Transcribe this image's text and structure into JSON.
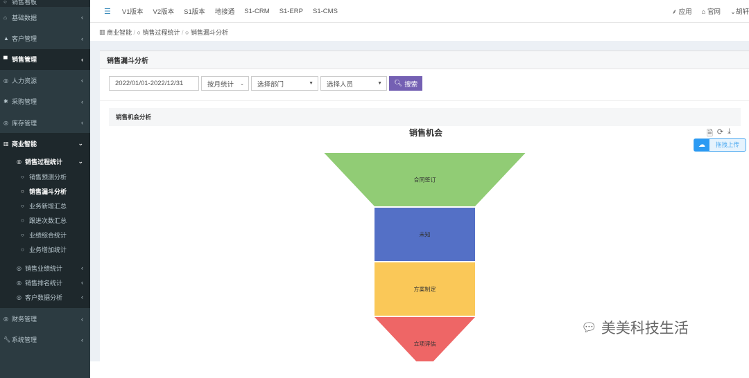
{
  "sidebar": {
    "items": [
      {
        "label": "销售看板",
        "icon": "circle-icon"
      },
      {
        "label": "基础数据",
        "icon": "home-icon"
      },
      {
        "label": "客户管理",
        "icon": "user-icon"
      },
      {
        "label": "销售管理",
        "icon": "cart-icon"
      },
      {
        "label": "人力资源",
        "icon": "circle-dot-icon"
      },
      {
        "label": "采购管理",
        "icon": "asterisk-icon"
      },
      {
        "label": "库存管理",
        "icon": "circle-dot-icon"
      },
      {
        "label": "商业智能",
        "icon": "bar-chart-icon"
      }
    ],
    "bi_sub": {
      "label": "销售过程统计",
      "children": [
        "销售预测分析",
        "销售漏斗分析",
        "业务新增汇总",
        "跟进次数汇总",
        "业绩综合统计",
        "业务增加统计"
      ]
    },
    "bi_more": [
      "销售业绩统计",
      "销售排名统计",
      "客户数据分析"
    ],
    "bottom": [
      {
        "label": "财务管理",
        "icon": "circle-dot-icon"
      },
      {
        "label": "系统管理",
        "icon": "wrench-icon"
      }
    ]
  },
  "top": {
    "nav": [
      "V1版本",
      "V2版本",
      "S1版本",
      "地接通",
      "S1-CRM",
      "S1-ERP",
      "S1-CMS"
    ],
    "app": "应用",
    "site": "官网",
    "user": "胡轩"
  },
  "breadcrumb": [
    "商业智能",
    "销售过程统计",
    "销售漏斗分析"
  ],
  "box": {
    "title": "销售漏斗分析",
    "date": "2022/01/01-2022/12/31",
    "period": "按月统计",
    "dept": "选择部门",
    "person": "选择人员",
    "search": "搜索",
    "panel": "销售机会分析"
  },
  "upload": "拖拽上传",
  "watermark": "美美科技生活",
  "chart_data": {
    "type": "funnel",
    "title": "销售机会",
    "categories": [
      "合同签订",
      "未知",
      "方案制定",
      "立项评估"
    ],
    "values": [
      100,
      50,
      50,
      50
    ],
    "colors": [
      "#91cc75",
      "#5470c6",
      "#fac858",
      "#ee6666"
    ]
  }
}
